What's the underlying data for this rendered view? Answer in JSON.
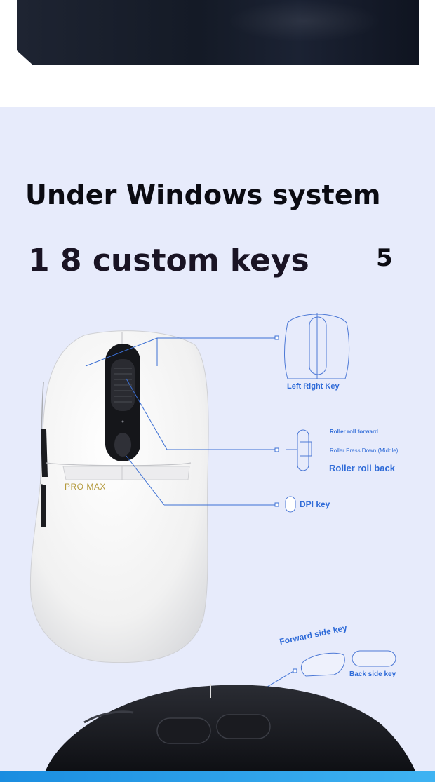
{
  "banner": {},
  "heading": "Under Windows system",
  "subheading": "1 8 custom keys",
  "page_number": "5",
  "product_label": "PRO MAX",
  "callouts": {
    "left_right_key": "Left Right Key",
    "roller_roll_forward": "Roller roll forward",
    "roller_press_down": "Roller Press Down (Middle)",
    "roller_roll_back": "Roller roll back",
    "dpi_key": "DPI key",
    "forward_side_key": "Forward side key",
    "back_side_key": "Back side key"
  },
  "colors": {
    "panel_background": "#e7ebfb",
    "callout_blue": "#2f6bd8",
    "heading_text": "#0b0b12",
    "mouse_white": "#f4f4f4",
    "mouse_black": "#111216",
    "accent_strip": "#1a8de0"
  }
}
